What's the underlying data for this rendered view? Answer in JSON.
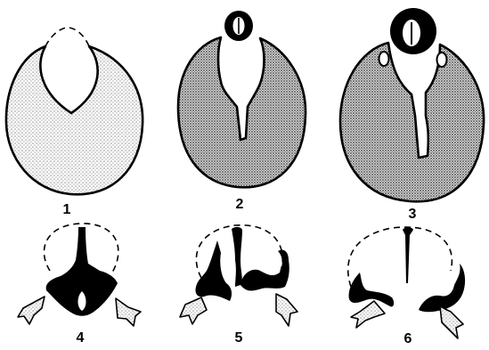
{
  "figure": {
    "panel_labels": [
      "1",
      "2",
      "3",
      "4",
      "5",
      "6"
    ]
  },
  "colors": {
    "ink": "#000000",
    "stipple_light": "#bdbdbd",
    "stipple_dark": "#8a8a8a",
    "background": "#ffffff"
  }
}
